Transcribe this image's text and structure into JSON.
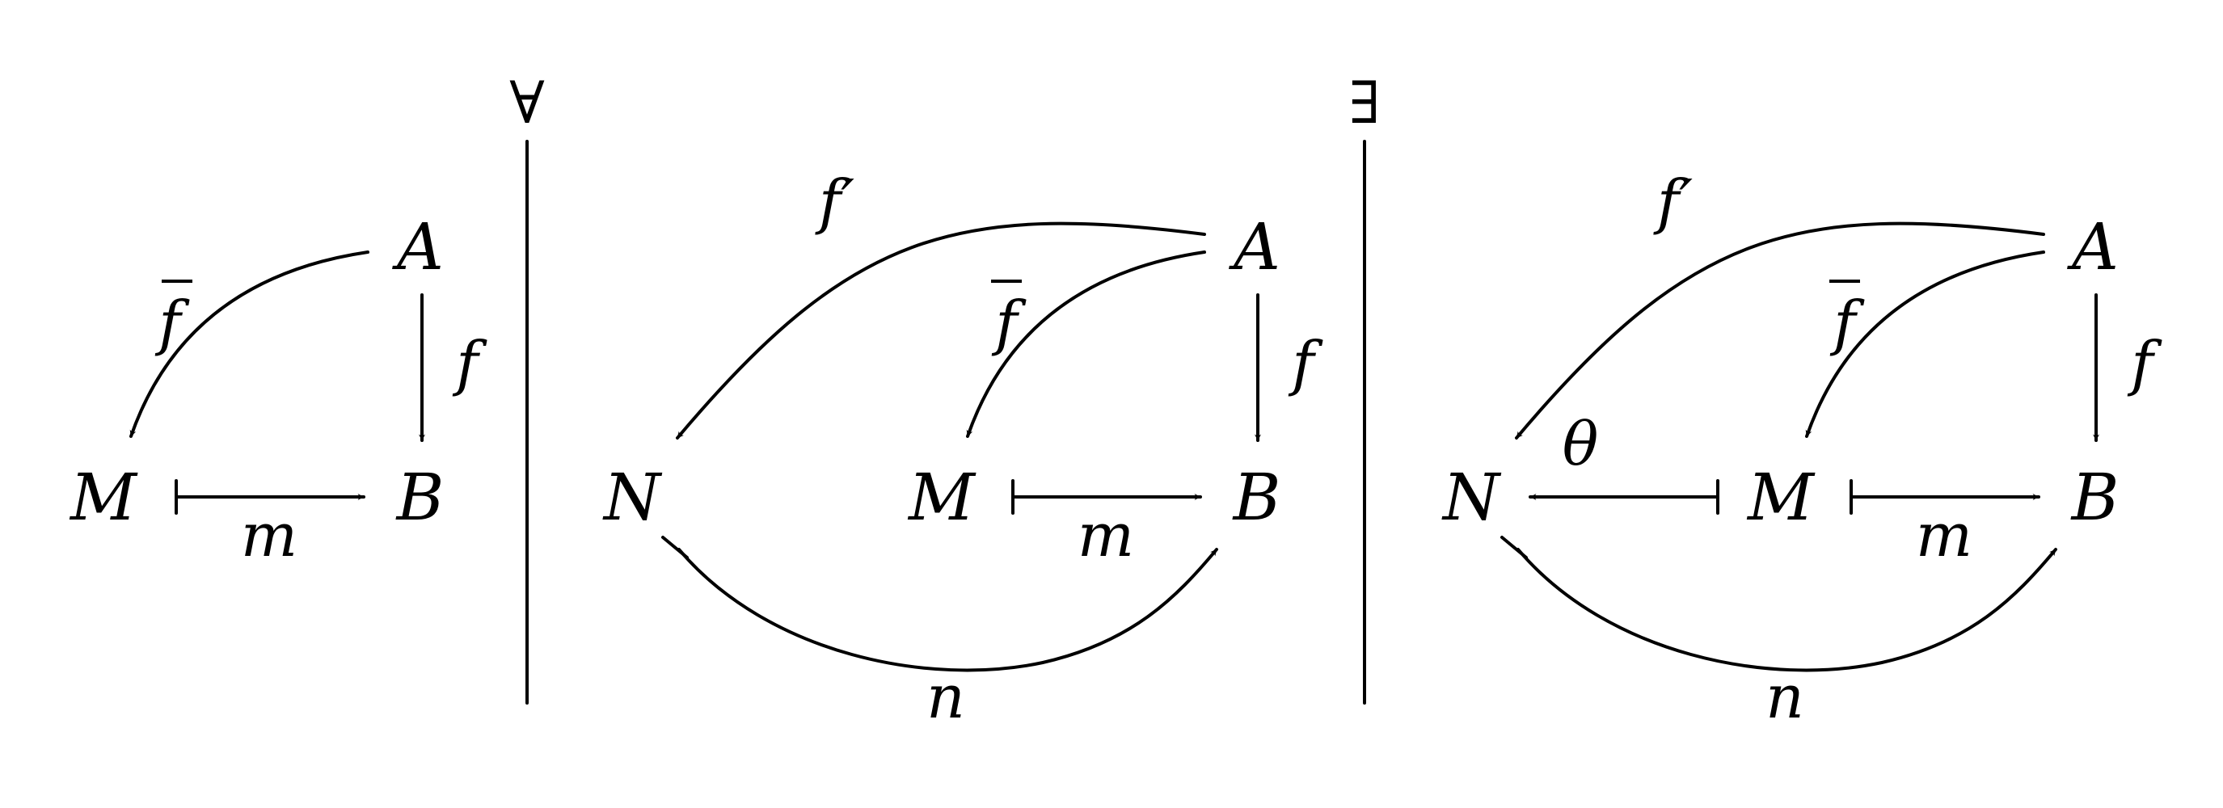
{
  "diagram": {
    "colors": {
      "ink": "#000000",
      "background": "#ffffff"
    },
    "separators": [
      {
        "symbol": "∀"
      },
      {
        "symbol": "∃"
      }
    ],
    "panels": [
      {
        "nodes": {
          "A": "A",
          "M": "M",
          "B": "B"
        },
        "labels": {
          "fbar": "f",
          "f": "f",
          "m": "m"
        }
      },
      {
        "nodes": {
          "A": "A",
          "N": "N",
          "M": "M",
          "B": "B"
        },
        "labels": {
          "fprime": "f′",
          "fbar": "f",
          "f": "f",
          "m": "m",
          "n": "n"
        }
      },
      {
        "nodes": {
          "A": "A",
          "N": "N",
          "M": "M",
          "B": "B"
        },
        "labels": {
          "fprime": "f′",
          "fbar": "f",
          "f": "f",
          "theta": "θ",
          "m": "m",
          "n": "n"
        }
      }
    ]
  }
}
